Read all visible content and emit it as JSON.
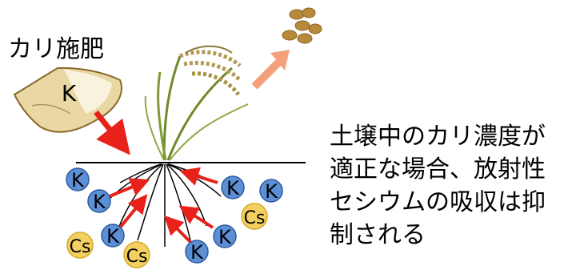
{
  "fertilizer": {
    "title": "カリ施肥",
    "bag_label": "K"
  },
  "description": {
    "lines": [
      "土壌中のカリ濃度が",
      "適正な場合、放射性",
      "セシウムの吸収は抑",
      "制される"
    ]
  },
  "ions": {
    "potassium": "K",
    "cesium": "Cs"
  },
  "colors": {
    "potassium_fill": "#5b8fd6",
    "cesium_fill": "#f3d060",
    "arrow": "#e8221a",
    "grain_arrow": "#f4a07a",
    "grain": "#b8893a",
    "plant": "#6f8a2a",
    "root": "#000000"
  }
}
